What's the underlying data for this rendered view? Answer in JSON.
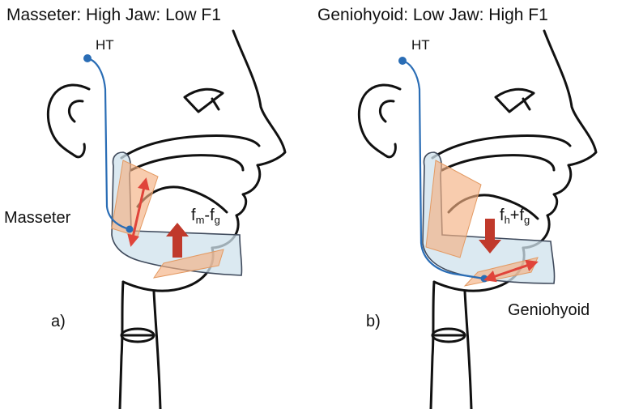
{
  "panels": [
    {
      "title": "Masseter: High Jaw: Low F1",
      "ht_label": "HT",
      "muscle_label": "Masseter",
      "panel_letter": "a)",
      "force": {
        "main": "f",
        "sub1": "m",
        "op": "-f",
        "sub2": "g"
      },
      "force_direction": "up"
    },
    {
      "title": "Geniohyoid: Low Jaw: High F1",
      "ht_label": "HT",
      "muscle_label": "Geniohyoid",
      "panel_letter": "b)",
      "force": {
        "main": "f",
        "sub1": "h",
        "op": "+f",
        "sub2": "g"
      },
      "force_direction": "down"
    }
  ],
  "colors": {
    "outline": "#111111",
    "jaw_fill": "#cfe2ec",
    "muscle_fill": "#f4b183",
    "wire": "#2a6db5",
    "force_arrow": "#c0392b",
    "muscle_arrow": "#e0443a"
  }
}
